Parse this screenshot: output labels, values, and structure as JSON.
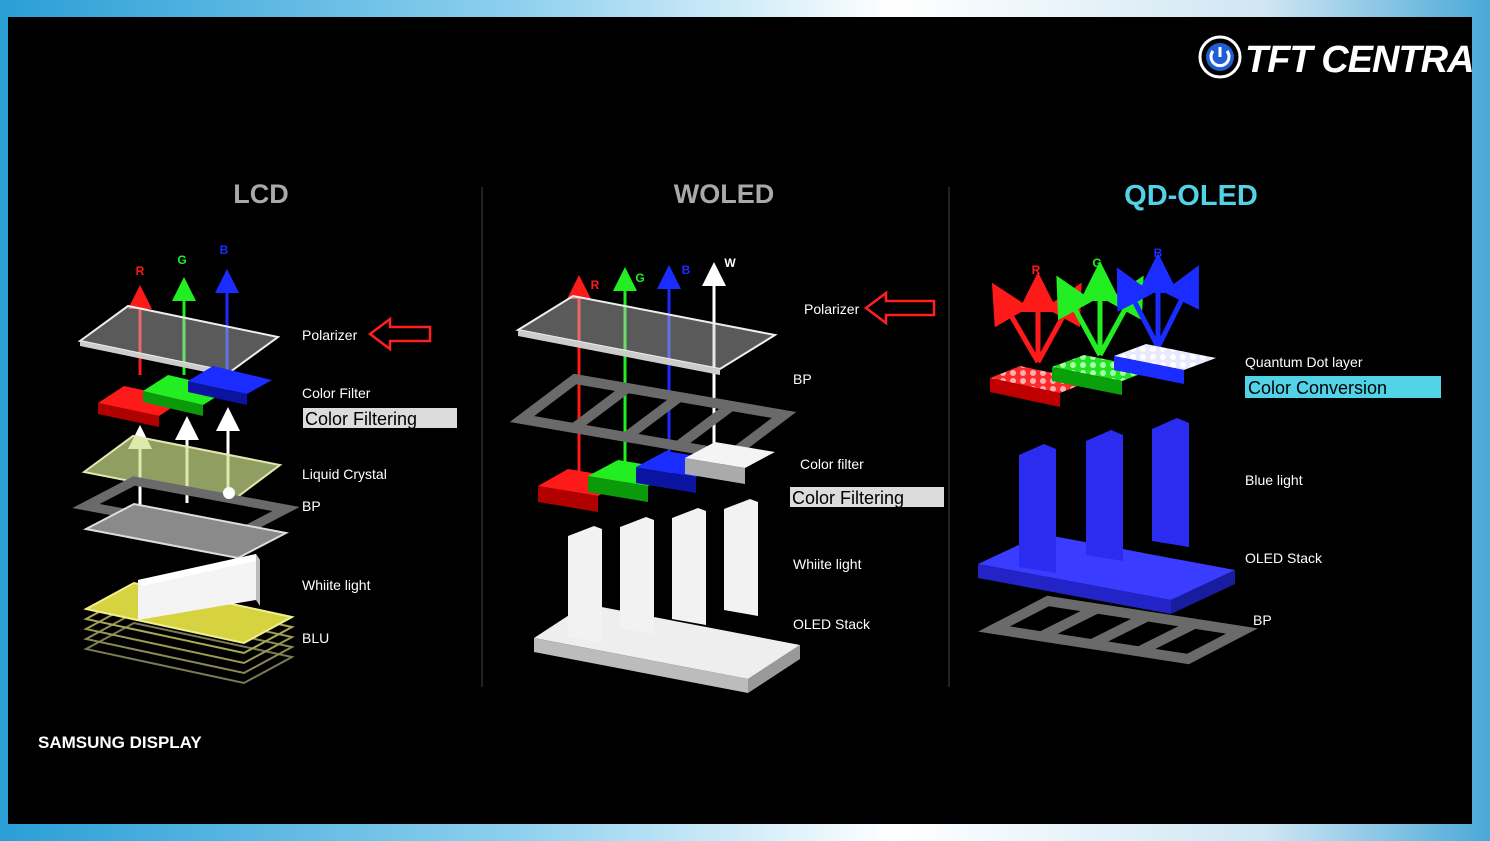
{
  "brand": {
    "logo_text": "TFT CENTRAL",
    "footer": "SAMSUNG DISPLAY"
  },
  "colors": {
    "red": "#ff1a1a",
    "green": "#22ee22",
    "blue": "#1a2cff",
    "accent": "#52d2e6"
  },
  "lcd": {
    "title": "LCD",
    "arrows": [
      "R",
      "G",
      "B"
    ],
    "labels": {
      "polarizer": "Polarizer",
      "color_filter": "Color Filter",
      "color_filtering": "Color Filtering",
      "liquid_crystal": "Liquid Crystal",
      "bp": "BP",
      "white_light": "Whiite light",
      "blu": "BLU"
    }
  },
  "woled": {
    "title": "WOLED",
    "arrows": [
      "R",
      "G",
      "B",
      "W"
    ],
    "labels": {
      "polarizer": "Polarizer",
      "bp": "BP",
      "color_filter": "Color filter",
      "color_filtering": "Color Filtering",
      "white_light": "Whiite light",
      "oled_stack": "OLED Stack"
    }
  },
  "qdoled": {
    "title": "QD-OLED",
    "arrows": [
      "R",
      "G",
      "B"
    ],
    "labels": {
      "qd_layer": "Quantum Dot layer",
      "color_conversion": "Color Conversion",
      "blue_light": "Blue light",
      "oled_stack": "OLED Stack",
      "bp": "BP"
    }
  }
}
